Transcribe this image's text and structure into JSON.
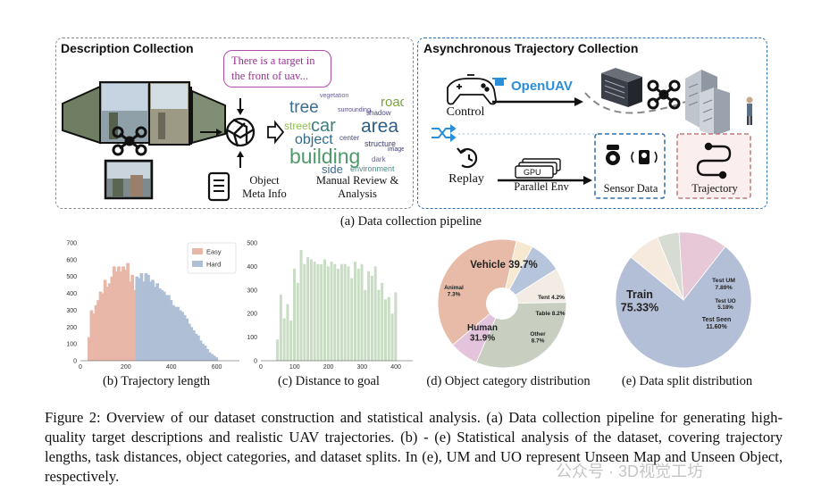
{
  "pipeline": {
    "description_title": "Description Collection",
    "async_title": "Asynchronous Trajectory Collection",
    "bubble_text": "There is a target in the front of uav...",
    "object_meta_label": "Object Meta Info",
    "manual_label": "Manual Review & Analysis",
    "wordcloud_words": [
      "tree",
      "area",
      "car",
      "road",
      "building",
      "object",
      "street",
      "side",
      "environment",
      "structure",
      "shadow",
      "vegetation",
      "surrounding",
      "image",
      "center",
      "dark"
    ],
    "control_label": "Control",
    "openuav_label": "OpenUAV",
    "replay_label": "Replay",
    "gpu_label": "GPU",
    "parallel_env_label": "Parallel Env",
    "sensor_label": "Sensor Data",
    "trajectory_label": "Trajectory",
    "caption": "(a) Data collection pipeline"
  },
  "captions": {
    "b": "(b) Trajectory length",
    "c": "(c) Distance to goal",
    "d": "(d) Object category distribution",
    "e": "(e) Data split distribution"
  },
  "figure_caption": "Figure 2: Overview of our dataset construction and statistical analysis. (a) Data collection pipeline for generating high-quality target descriptions and realistic UAV trajectories. (b) - (e) Statistical analysis of the dataset, covering trajectory lengths, task distances, object categories, and dataset splits. In (e), UM and UO represent Unseen Map and Unseen Object, respectively.",
  "watermark": "公众号 · 3D视觉工坊",
  "colors": {
    "easy": "#e8b7a8",
    "hard": "#aebfd6",
    "distance": "#c9dcc4",
    "blue_box": "#2f6db5",
    "bubble": "#b04aa6"
  },
  "chart_data": [
    {
      "type": "bar",
      "id": "trajectory_length",
      "xlim": [
        0,
        700
      ],
      "ylim": [
        0,
        700
      ],
      "xticks": [
        "0",
        "200",
        "400",
        "600"
      ],
      "yticks": [
        "0",
        "100",
        "200",
        "300",
        "400",
        "500",
        "600",
        "700"
      ],
      "legend": [
        "Easy",
        "Hard"
      ],
      "legend_position": "top-right",
      "series": [
        {
          "name": "Easy",
          "x": [
            40,
            50,
            60,
            70,
            80,
            90,
            100,
            110,
            120,
            130,
            140,
            150,
            160,
            170,
            180,
            190,
            200,
            210,
            220,
            230,
            240
          ],
          "values": [
            140,
            300,
            280,
            330,
            360,
            410,
            400,
            480,
            440,
            460,
            500,
            560,
            530,
            560,
            530,
            560,
            540,
            580,
            470,
            510,
            420
          ]
        },
        {
          "name": "Hard",
          "x": [
            250,
            260,
            270,
            280,
            290,
            300,
            310,
            320,
            330,
            340,
            350,
            360,
            370,
            380,
            390,
            400,
            410,
            420,
            430,
            440,
            450,
            460,
            470,
            480,
            490,
            500,
            510,
            520,
            530,
            540,
            550,
            560,
            570,
            580,
            590,
            600
          ],
          "values": [
            500,
            490,
            520,
            470,
            520,
            510,
            470,
            480,
            440,
            460,
            430,
            420,
            410,
            390,
            390,
            360,
            330,
            320,
            320,
            300,
            290,
            270,
            250,
            220,
            200,
            180,
            160,
            150,
            120,
            100,
            90,
            70,
            50,
            40,
            30,
            20
          ]
        }
      ]
    },
    {
      "type": "bar",
      "id": "distance_to_goal",
      "xlim": [
        0,
        450
      ],
      "ylim": [
        0,
        500
      ],
      "xticks": [
        "0",
        "100",
        "200",
        "300",
        "400"
      ],
      "yticks": [
        "0",
        "100",
        "200",
        "300",
        "400",
        "500"
      ],
      "x": [
        50,
        60,
        70,
        80,
        90,
        100,
        110,
        120,
        130,
        140,
        150,
        160,
        170,
        180,
        190,
        200,
        210,
        220,
        230,
        240,
        250,
        260,
        270,
        280,
        290,
        300,
        310,
        320,
        330,
        340,
        350,
        360,
        370,
        380,
        390,
        400
      ],
      "values": [
        90,
        280,
        180,
        240,
        170,
        390,
        330,
        470,
        410,
        440,
        430,
        420,
        410,
        410,
        430,
        400,
        420,
        410,
        390,
        410,
        410,
        400,
        350,
        420,
        390,
        410,
        300,
        380,
        360,
        400,
        300,
        330,
        260,
        270,
        200,
        290
      ]
    },
    {
      "type": "pie",
      "id": "object_category",
      "categories": [
        "Vehicle",
        "Tent",
        "Table",
        "Other",
        "Human",
        "Animal"
      ],
      "values": [
        39.7,
        4.2,
        8.2,
        8.7,
        31.9,
        7.3
      ],
      "colors": [
        "#e8bba9",
        "#f6e9cf",
        "#b6c4dc",
        "#f2ece4",
        "#c8cec0",
        "#e4c4dc"
      ]
    },
    {
      "type": "pie",
      "id": "data_split",
      "categories": [
        "Train",
        "Test UM",
        "Test UO",
        "Test Seen"
      ],
      "values": [
        75.33,
        7.89,
        5.18,
        11.6
      ],
      "colors": [
        "#b3bfd6",
        "#f6e9dd",
        "#d7dcd2",
        "#e7c8d6"
      ]
    }
  ]
}
